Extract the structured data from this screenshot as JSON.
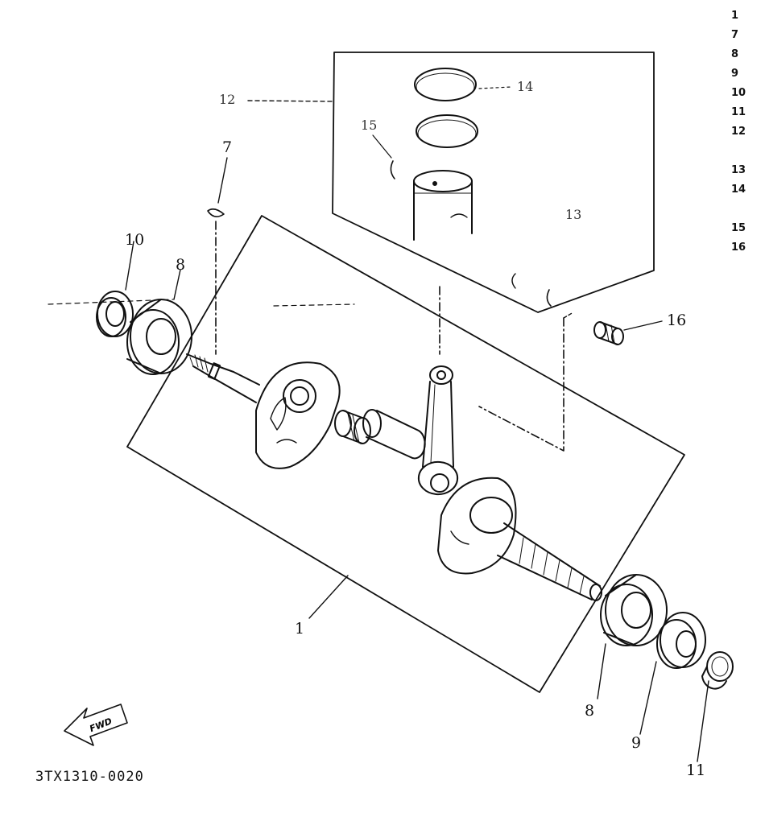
{
  "diagram": {
    "drawing_code": "3TX1310-0020",
    "fwd_label": "FWD",
    "callouts": {
      "c1": "1",
      "c7": "7",
      "c8a": "8",
      "c8b": "8",
      "c9": "9",
      "c10": "10",
      "c11": "11",
      "c12": "12",
      "c13": "13",
      "c14": "14",
      "c15": "15",
      "c16": "16"
    },
    "index_numbers": [
      "1",
      "7",
      "8",
      "9",
      "10",
      "11",
      "12",
      "13",
      "14",
      "15",
      "16"
    ]
  }
}
